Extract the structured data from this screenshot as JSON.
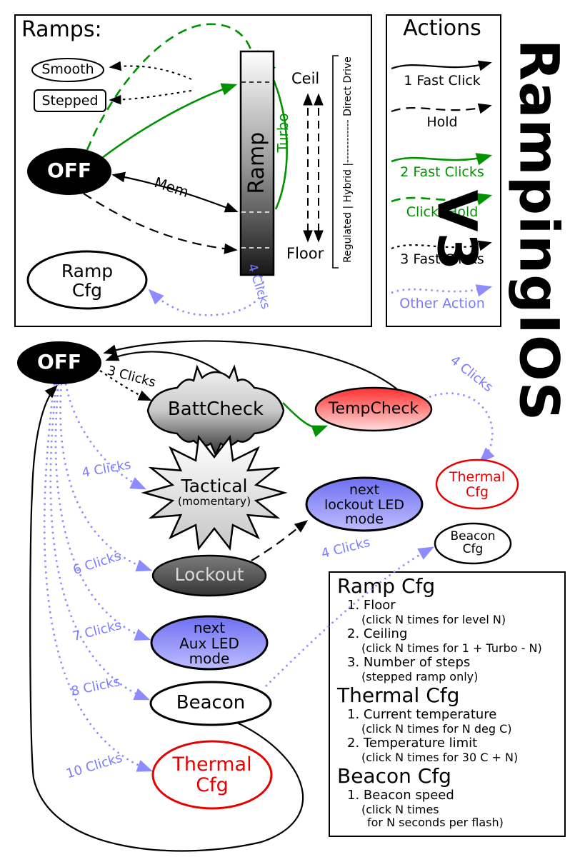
{
  "title": "RampingIOS V3",
  "colors": {
    "green": "#009200",
    "blue": "#7b7bff",
    "red": "#e60000",
    "black": "#000000"
  },
  "ramps_panel": {
    "title": "Ramps:",
    "smooth": "Smooth",
    "stepped": "Stepped",
    "off": "OFF",
    "ramp": "Ramp",
    "ceil": "Ceil",
    "floor": "Floor",
    "turbo": "Turbo",
    "mem": "Mem",
    "drive_scale": "Regulated | Hybrid |------------ Direct Drive",
    "ramp_cfg_line1": "Ramp",
    "ramp_cfg_line2": "Cfg"
  },
  "actions_panel": {
    "title": "Actions",
    "items": [
      {
        "label": "1 Fast Click",
        "style": "solid",
        "color": "black"
      },
      {
        "label": "Hold",
        "style": "dashed",
        "color": "black"
      },
      {
        "label": "2 Fast Clicks",
        "style": "solid",
        "color": "green"
      },
      {
        "label": "Click, Hold",
        "style": "dashed",
        "color": "green"
      },
      {
        "label": "3 Fast Clicks",
        "style": "dotted",
        "color": "black"
      },
      {
        "label": "Other Action",
        "style": "dotted",
        "color": "blue"
      }
    ]
  },
  "states": {
    "off": "OFF",
    "battcheck": "BattCheck",
    "tempcheck": "TempCheck",
    "tactical_line1": "Tactical",
    "tactical_line2": "(momentary)",
    "lockout": "Lockout",
    "lockout_led_line1": "next",
    "lockout_led_line2": "lockout LED",
    "lockout_led_line3": "mode",
    "aux_led_line1": "next",
    "aux_led_line2": "Aux LED",
    "aux_led_line3": "mode",
    "beacon": "Beacon",
    "thermal_cfg_line1": "Thermal",
    "thermal_cfg_line2": "Cfg",
    "beacon_cfg_line1": "Beacon",
    "beacon_cfg_line2": "Cfg"
  },
  "edge_labels": {
    "clicks3": "3 Clicks",
    "clicks4": "4 Clicks",
    "clicks6": "6 Clicks",
    "clicks7": "7 Clicks",
    "clicks8": "8 Clicks",
    "clicks10": "10 Clicks"
  },
  "config_panel": {
    "sections": [
      {
        "heading": "Ramp Cfg",
        "items": [
          {
            "text": "1. Floor",
            "notes": [
              "(click N times for level N)"
            ]
          },
          {
            "text": "2. Ceiling",
            "notes": [
              "(click N times for 1 + Turbo - N)"
            ]
          },
          {
            "text": "3. Number of steps",
            "notes": [
              "(stepped ramp only)"
            ]
          }
        ]
      },
      {
        "heading": "Thermal Cfg",
        "items": [
          {
            "text": "1. Current temperature",
            "notes": [
              "(click N times for N deg C)"
            ]
          },
          {
            "text": "2. Temperature limit",
            "notes": [
              "(click N times for 30 C + N)"
            ]
          }
        ]
      },
      {
        "heading": "Beacon Cfg",
        "items": [
          {
            "text": "1. Beacon speed",
            "notes": [
              "(click N times",
              "for N seconds per flash)"
            ]
          }
        ]
      }
    ]
  }
}
